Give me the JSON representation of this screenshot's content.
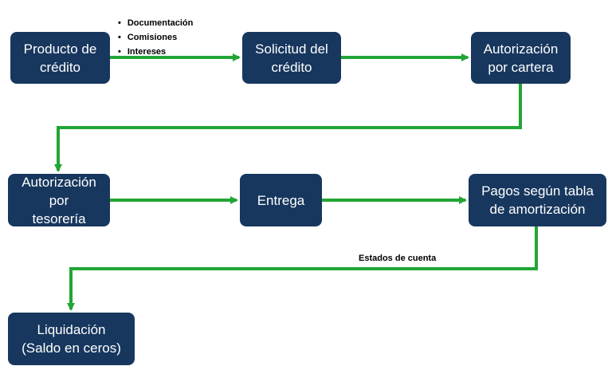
{
  "boxes": {
    "producto": "Producto de\ncrédito",
    "solicitud": "Solicitud del\ncrédito",
    "autorizacion_cartera": "Autorización\npor cartera",
    "autorizacion_tesoreria": "Autorización\npor\ntesorería",
    "entrega": "Entrega",
    "pagos": "Pagos según tabla\nde amortización",
    "liquidacion": "Liquidación\n(Saldo en ceros)"
  },
  "bullets": [
    "Documentación",
    "Comisiones",
    "Intereses"
  ],
  "edge_label": "Estados de cuenta",
  "colors": {
    "box": "#17375e",
    "arrow": "#22a536",
    "text": "#ffffff"
  }
}
